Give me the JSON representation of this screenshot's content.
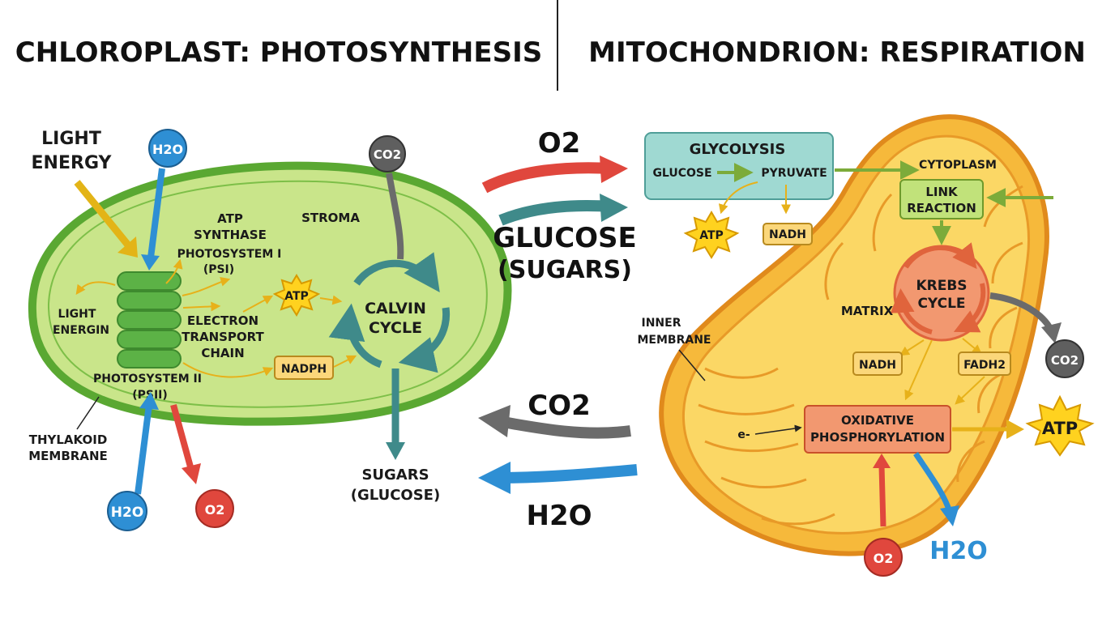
{
  "titles": {
    "left": "CHLOROPLAST: PHOTOSYNTHESIS",
    "right": "MITOCHONDRION: RESPIRATION"
  },
  "chloroplast": {
    "light_energy": [
      "LIGHT",
      "ENERGY"
    ],
    "light_energin": [
      "LIGHT",
      "ENERGIN"
    ],
    "h2o_top": "H2O",
    "co2": "CO2",
    "atp_synthase": [
      "ATP",
      "SYNTHASE"
    ],
    "stroma": "STROMA",
    "psi": [
      "PHOTOSYSTEM I",
      "(PSI)"
    ],
    "electron_transport": [
      "ELECTRON",
      "TRANSPORT",
      "CHAIN"
    ],
    "atp": "ATP",
    "nadph": "NADPH",
    "calvin": [
      "CALVIN",
      "CYCLE"
    ],
    "psii": [
      "PHOTOSYSTEM II",
      "(PSII)"
    ],
    "thylakoid": [
      "THYLAKOID",
      "MEMBRANE"
    ],
    "h2o_bottom": "H2O",
    "o2_bottom": "O2",
    "sugars": [
      "SUGARS",
      "(GLUCOSE)"
    ]
  },
  "exchange": {
    "o2": "O2",
    "glucose": [
      "GLUCOSE",
      "(SUGARS)"
    ],
    "co2": "CO2",
    "h2o": "H2O"
  },
  "mitochondrion": {
    "glycolysis": "GLYCOLYSIS",
    "glucose": "GLUCOSE",
    "pyruvate": "PYRUVATE",
    "atp_small": "ATP",
    "nadh_top": "NADH",
    "cytoplasm": "CYTOPLASM",
    "link": [
      "LINK",
      "REACTION"
    ],
    "krebs": [
      "KREBS",
      "CYCLE"
    ],
    "matrix": "MATRIX",
    "inner_membrane": [
      "INNER",
      "MEMBRANE"
    ],
    "co2": "CO2",
    "nadh": "NADH",
    "fadh2": "FADH2",
    "electron": "e-",
    "oxphos": [
      "OXIDATIVE",
      "PHOSPHORYLATION"
    ],
    "atp_big": "ATP",
    "o2": "O2",
    "h2o": "H2O"
  },
  "colors": {
    "chloroplast_fill": "#c9e58a",
    "chloroplast_edge": "#5aa832",
    "thylakoid": "#5cb246",
    "mito_fill": "#f6b93b",
    "mito_inner": "#fbd765",
    "arrow_red": "#e0473d",
    "arrow_blue": "#2e8fd4",
    "arrow_teal": "#3f8a8a",
    "arrow_gray": "#6b6b6b",
    "atp_burst": "#ffd21f",
    "label_box": "#fbd77a"
  }
}
